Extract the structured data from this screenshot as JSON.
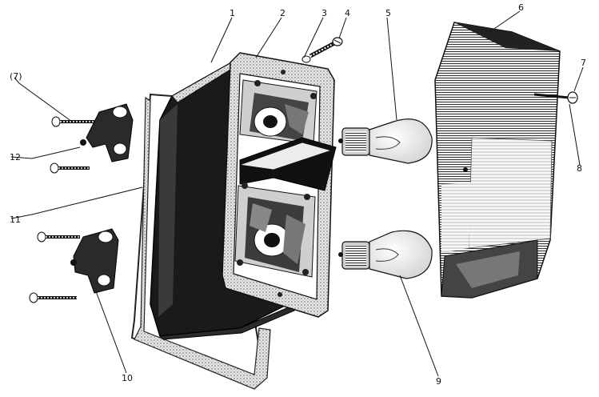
{
  "diagram": {
    "callouts": [
      {
        "id": "c1",
        "text": "1"
      },
      {
        "id": "c2",
        "text": "2"
      },
      {
        "id": "c3",
        "text": "3"
      },
      {
        "id": "c4",
        "text": "4"
      },
      {
        "id": "c5",
        "text": "5"
      },
      {
        "id": "c6",
        "text": "6"
      },
      {
        "id": "c7",
        "text": "7"
      },
      {
        "id": "c7b",
        "text": "(7)"
      },
      {
        "id": "c8",
        "text": "8"
      },
      {
        "id": "c9",
        "text": "9"
      },
      {
        "id": "c10",
        "text": "10"
      },
      {
        "id": "c11",
        "text": "11"
      },
      {
        "id": "c12",
        "text": "12"
      }
    ]
  }
}
